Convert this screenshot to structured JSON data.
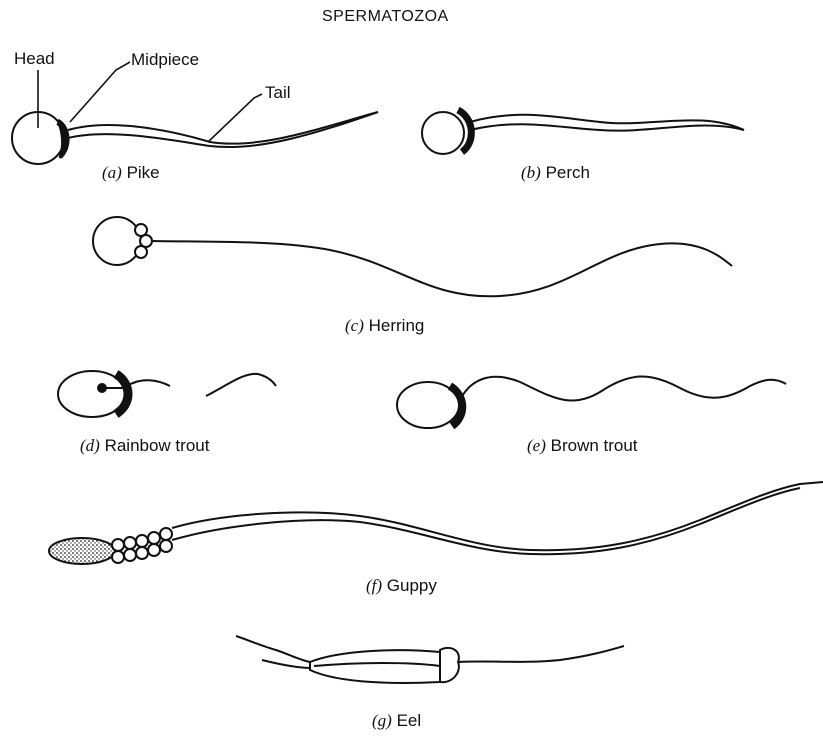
{
  "title": "SPERMATOZOA",
  "part_labels": {
    "head": "Head",
    "midpiece": "Midpiece",
    "tail": "Tail"
  },
  "species": [
    {
      "letter": "(a)",
      "name": "Pike"
    },
    {
      "letter": "(b)",
      "name": "Perch"
    },
    {
      "letter": "(c)",
      "name": "Herring"
    },
    {
      "letter": "(d)",
      "name": "Rainbow trout"
    },
    {
      "letter": "(e)",
      "name": "Brown trout"
    },
    {
      "letter": "(f)",
      "name": "Guppy"
    },
    {
      "letter": "(g)",
      "name": "Eel"
    }
  ]
}
